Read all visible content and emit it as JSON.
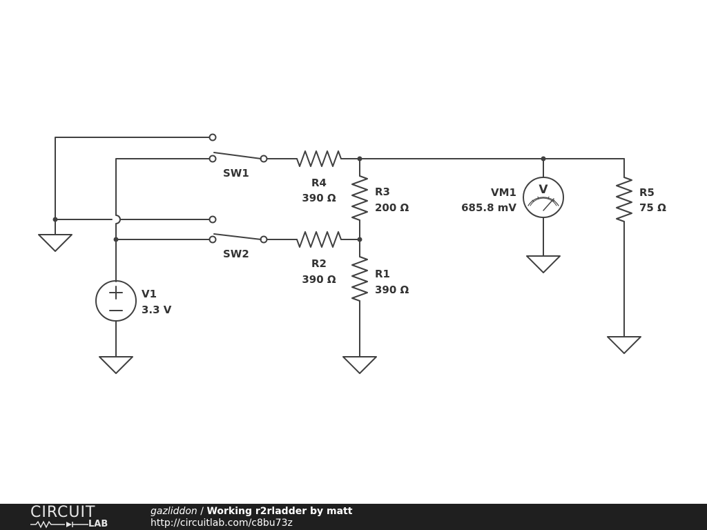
{
  "components": {
    "sw1": {
      "name": "SW1"
    },
    "sw2": {
      "name": "SW2"
    },
    "r1": {
      "name": "R1",
      "value": "390 Ω"
    },
    "r2": {
      "name": "R2",
      "value": "390 Ω"
    },
    "r3": {
      "name": "R3",
      "value": "200 Ω"
    },
    "r4": {
      "name": "R4",
      "value": "390 Ω"
    },
    "r5": {
      "name": "R5",
      "value": "75 Ω"
    },
    "v1": {
      "name": "V1",
      "value": "3.3 V"
    },
    "vm1": {
      "name": "VM1",
      "value": "685.8 mV",
      "symbol": "V"
    }
  },
  "footer": {
    "brand_top": "CIRCUIT",
    "brand_bottom": "LAB",
    "author": "gazliddon",
    "separator": " / ",
    "title": "Working r2rladder by matt",
    "url": "http://circuitlab.com/c8bu73z"
  }
}
